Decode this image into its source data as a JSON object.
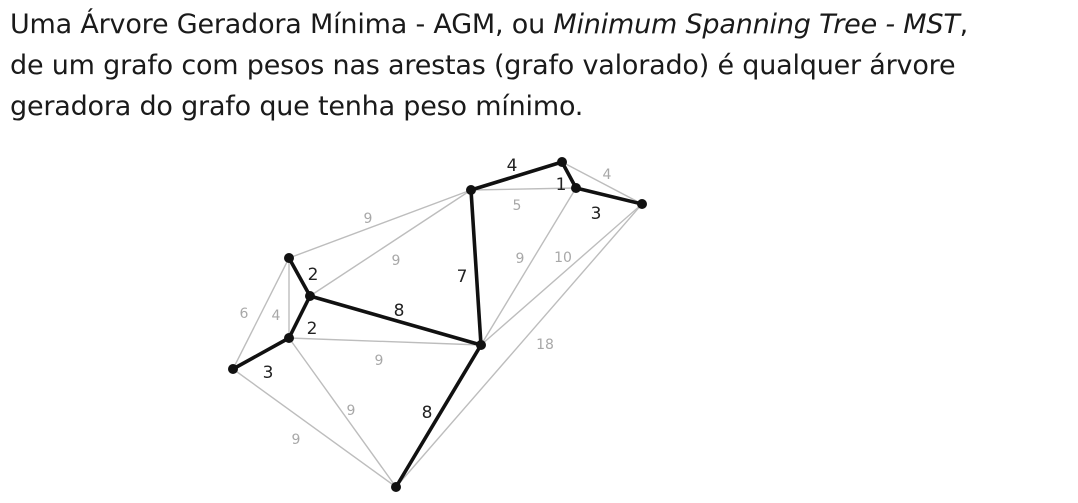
{
  "text": {
    "line1_a": "Uma Árvore Geradora Mínima - AGM, ou ",
    "line1_b": "Minimum Spanning Tree - MST",
    "line1_c": ",",
    "line2": "de um grafo com pesos nas arestas (grafo valorado) é qualquer árvore",
    "line3": "geradora do grafo que tenha peso mínimo."
  },
  "colors": {
    "mst_edge": "#111111",
    "other_edge": "#bdbdbd",
    "node": "#111111"
  },
  "graph": {
    "nodes": [
      "top",
      "far_right",
      "right_mid",
      "upper_center",
      "upper_left",
      "mid_left",
      "left_low",
      "far_left",
      "center",
      "bottom"
    ],
    "edges": [
      {
        "from": "upper_center",
        "to": "top",
        "weight": "4",
        "mst": true
      },
      {
        "from": "top",
        "to": "right_mid",
        "weight": "1",
        "mst": true
      },
      {
        "from": "right_mid",
        "to": "far_right",
        "weight": "3",
        "mst": true
      },
      {
        "from": "top",
        "to": "far_right",
        "weight": "4",
        "mst": false
      },
      {
        "from": "upper_center",
        "to": "right_mid",
        "weight": "5",
        "mst": false
      },
      {
        "from": "upper_center",
        "to": "center",
        "weight": "7",
        "mst": true
      },
      {
        "from": "upper_center",
        "to": "upper_left",
        "weight": "9",
        "mst": false
      },
      {
        "from": "upper_center",
        "to": "mid_left",
        "weight": "9",
        "mst": false
      },
      {
        "from": "right_mid",
        "to": "center",
        "weight": "9",
        "mst": false
      },
      {
        "from": "far_right",
        "to": "center",
        "weight": "10",
        "mst": false
      },
      {
        "from": "far_right",
        "to": "bottom",
        "weight": "18",
        "mst": false
      },
      {
        "from": "upper_left",
        "to": "mid_left",
        "weight": "2",
        "mst": true
      },
      {
        "from": "mid_left",
        "to": "left_low",
        "weight": "2",
        "mst": true
      },
      {
        "from": "mid_left",
        "to": "center",
        "weight": "8",
        "mst": true
      },
      {
        "from": "upper_left",
        "to": "far_left",
        "weight": "6",
        "mst": false
      },
      {
        "from": "upper_left",
        "to": "left_low",
        "weight": "4",
        "mst": false
      },
      {
        "from": "far_left",
        "to": "left_low",
        "weight": "3",
        "mst": true
      },
      {
        "from": "left_low",
        "to": "center",
        "weight": "9",
        "mst": false
      },
      {
        "from": "left_low",
        "to": "bottom",
        "weight": "9",
        "mst": false
      },
      {
        "from": "far_left",
        "to": "bottom",
        "weight": "9",
        "mst": false
      },
      {
        "from": "center",
        "to": "bottom",
        "weight": "8",
        "mst": true
      }
    ]
  }
}
